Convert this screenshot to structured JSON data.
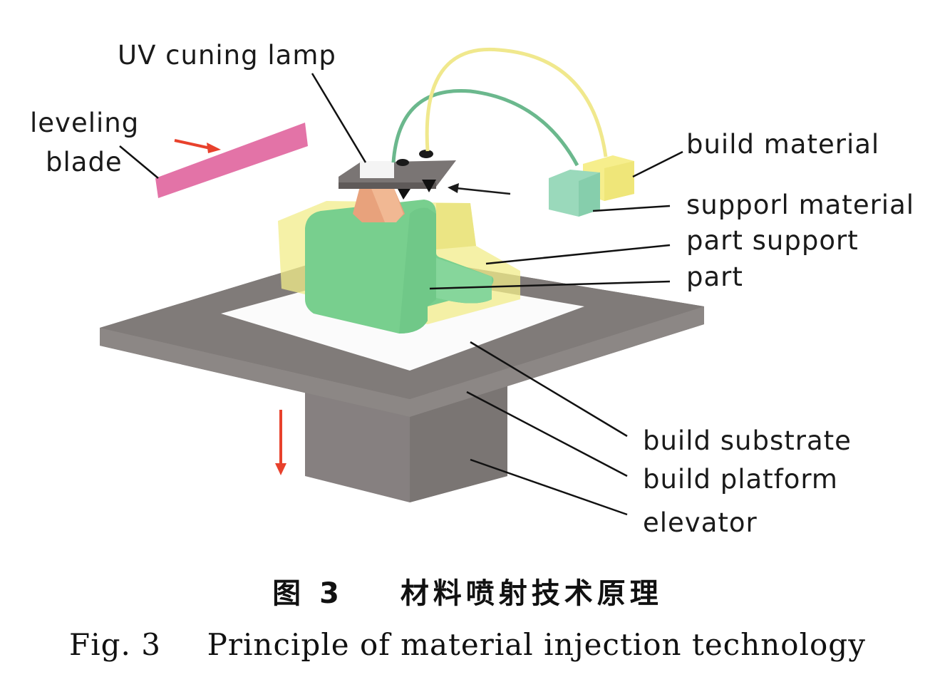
{
  "labels": {
    "uv_lamp": "UV cuning lamp",
    "leveling_blade_line1": "leveling",
    "leveling_blade_line2": "blade",
    "build_material": "build material",
    "support_material": "supporl material",
    "part_support": "part support",
    "part": "part",
    "build_substrate": "build substrate",
    "build_platform": "build platform",
    "elevator": "elevator"
  },
  "caption": {
    "cn_number": "图 3",
    "cn_title": "材料喷射技术原理",
    "en_number": "Fig. 3",
    "en_title": "Principle of material injection technology"
  },
  "colors": {
    "platform": "#7d7876",
    "substrate": "#fafafa",
    "part_support": "#f3ef9a",
    "part": "#7fd195",
    "blade": "#e374a8",
    "build_material": "#f7f09a",
    "support_material": "#9fdcbf",
    "arrow_red": "#e8412c"
  }
}
